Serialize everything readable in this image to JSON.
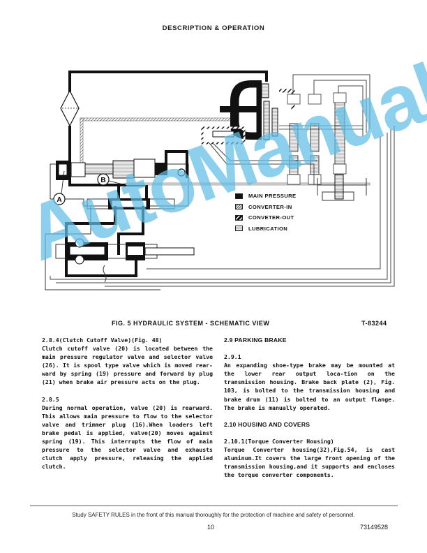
{
  "header": {
    "title": "DESCRIPTION & OPERATION"
  },
  "figure": {
    "caption": "FIG. 5 HYDRAULIC SYSTEM - SCHEMATIC VIEW",
    "figure_id": "T-83244",
    "callouts": [
      "A",
      "B"
    ],
    "legend": [
      {
        "label": "MAIN PRESSURE",
        "swatch": "solid-black"
      },
      {
        "label": "CONVERTER-IN",
        "swatch": "light-hatch"
      },
      {
        "label": "CONVETER-OUT",
        "swatch": "heavy-hatch"
      },
      {
        "label": "LUBRICATION",
        "swatch": "stipple"
      }
    ]
  },
  "left_column": {
    "s1_heading": "2.8.4(Clutch Cutoff Valve)(Fig. 48)",
    "s1_body": "Clutch cutoff valve (20) is located between the main pressure regulator valve and selector valve (26). It is spool type valve which is moved rear-ward by spring (19) pressure and forward by plug (21) when brake air pressure acts on the plug.",
    "s2_heading": "2.8.5",
    "s2_body": "During normal operation, valve (20) is rearward. This allows main pressure to flow to the selector valve and trimmer plug (16).When loaders left brake pedal is applied, valve(20) moves against spring (19). This interrupts the flow of main pressure to the selector valve and exhausts clutch apply pressure, releasing the applied clutch."
  },
  "right_column": {
    "s1_heading": "2.9 PARKING BRAKE",
    "s1_sub": "2.9.1",
    "s1_body": "An expanding shoe-type brake may be mounted at the lower rear output loca-tion on the transmission housing. Brake back plate (2), Fig. 103, is bolted to the transmission housing and brake drum (11) is bolted to an output flange. The brake is manually operated.",
    "s2_heading": "2.10 HOUSING AND COVERS",
    "s2_sub": "2.10.1(Torque Converter Housing)",
    "s2_body": "Torque Converter housing(32),Fig.54, is cast aluminum.It covers the large front opening of the transmission housing,and it supports and encloses the torque converter components."
  },
  "footer": {
    "safety_note": "Study SAFETY RULES in the front of this manual thoroughly for the protection of machine and safety of personnel.",
    "page_number": "10",
    "document_number": "73149528"
  },
  "watermark": {
    "text": "AutoManual",
    "color": "#60bee8"
  }
}
